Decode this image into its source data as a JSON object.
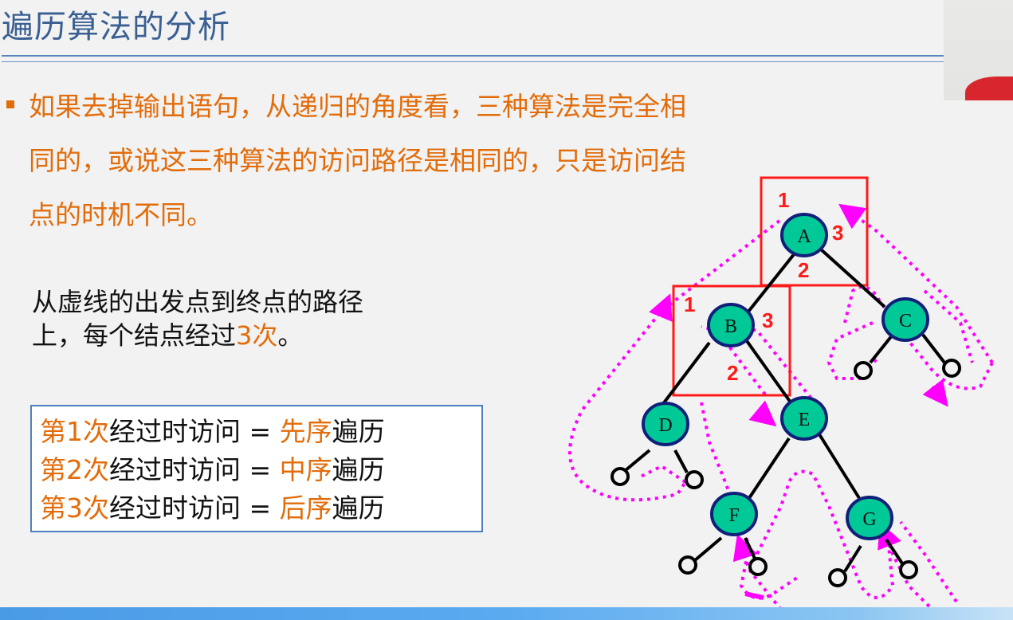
{
  "slide": {
    "title": "遍历算法的分析",
    "bullet": {
      "text": "如果去掉输出语句，从递归的角度看，三种算法是完全相同的，或说这三种算法的访问路径是相同的，只是访问结点的时机不同。",
      "lines": [
        "如果去掉输出语句，从递归的角度看，三种算法是完全相",
        "同的，或说这三种算法的访问路径是相同的，只是访问结",
        "点的时机不同。"
      ]
    },
    "note": {
      "line1": "从虚线的出发点到终点的路径",
      "line2_prefix": "上，每个结点经过",
      "line2_highlight": "3次",
      "line2_suffix": "。"
    },
    "summary_box": {
      "rows": [
        {
          "ordinal": "第1次",
          "middle": "经过时访问 = ",
          "order": "先序",
          "suffix": "遍历"
        },
        {
          "ordinal": "第2次",
          "middle": "经过时访问 = ",
          "order": "中序",
          "suffix": "遍历"
        },
        {
          "ordinal": "第3次",
          "middle": "经过时访问 = ",
          "order": "后序",
          "suffix": "遍历"
        }
      ]
    }
  },
  "diagram": {
    "nodes": [
      {
        "id": "A",
        "label": "A"
      },
      {
        "id": "B",
        "label": "B"
      },
      {
        "id": "C",
        "label": "C"
      },
      {
        "id": "D",
        "label": "D"
      },
      {
        "id": "E",
        "label": "E"
      },
      {
        "id": "F",
        "label": "F"
      },
      {
        "id": "G",
        "label": "G"
      }
    ],
    "edges": [
      [
        "A",
        "B"
      ],
      [
        "A",
        "C"
      ],
      [
        "B",
        "D"
      ],
      [
        "B",
        "E"
      ],
      [
        "E",
        "F"
      ],
      [
        "E",
        "G"
      ]
    ],
    "visit_marks": {
      "A": [
        "1",
        "2",
        "3"
      ],
      "B": [
        "1",
        "2",
        "3"
      ]
    },
    "colors": {
      "node_fill": "#00c896",
      "node_stroke": "#10207a",
      "edge": "#000000",
      "highlight_box": "#ff1a1a",
      "path": "#ff00ff"
    }
  },
  "theme": {
    "title_color": "#3a5f92",
    "accent_orange": "#e36c0a",
    "rule_color": "#5b86bd"
  }
}
